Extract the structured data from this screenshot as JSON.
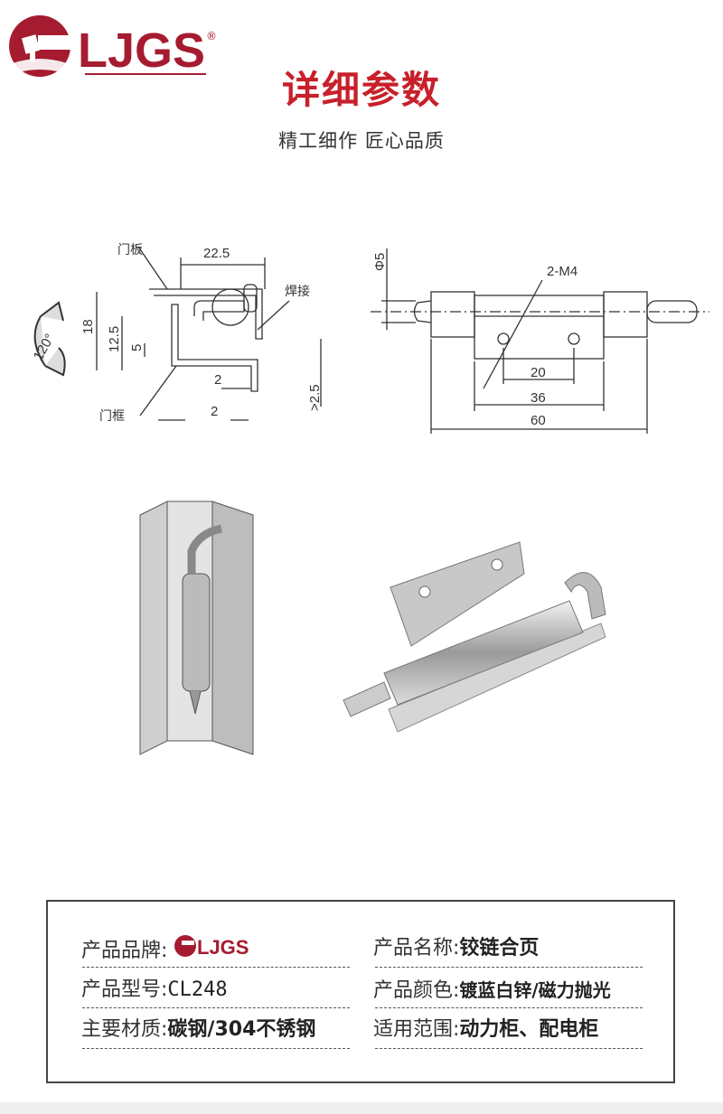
{
  "brand": {
    "name": "LJGS",
    "registered": "®"
  },
  "header": {
    "title": "详细参数",
    "subtitle": "精工细作 匠心品质"
  },
  "drawing": {
    "side_view": {
      "labels": {
        "door_panel": "门板",
        "door_frame": "门框",
        "weld": "焊接",
        "angle": "120°"
      },
      "dims": {
        "width_top": "22.5",
        "height_total": "18",
        "height_mid": "12.5",
        "height_small": "5",
        "gap1": "2",
        "gap2": "2",
        "clearance": ">2.5"
      }
    },
    "front_view": {
      "dims": {
        "pin_dia": "Φ5",
        "holes": "2-M4",
        "hole_spacing": "20",
        "plate_width": "36",
        "total_length": "60"
      }
    }
  },
  "colors": {
    "accent": "#c8202a"
  },
  "spec": {
    "rows": [
      {
        "label": "产品品牌:",
        "value": "LJGS",
        "is_logo": true
      },
      {
        "label": "产品名称:",
        "value": "铰链合页"
      },
      {
        "label": "产品型号:",
        "value": "CL248"
      },
      {
        "label": "产品颜色:",
        "value": "镀蓝白锌/磁力抛光"
      },
      {
        "label": "主要材质:",
        "value": "碳钢/304不锈钢"
      },
      {
        "label": "适用范围:",
        "value": "动力柜、配电柜"
      }
    ]
  }
}
